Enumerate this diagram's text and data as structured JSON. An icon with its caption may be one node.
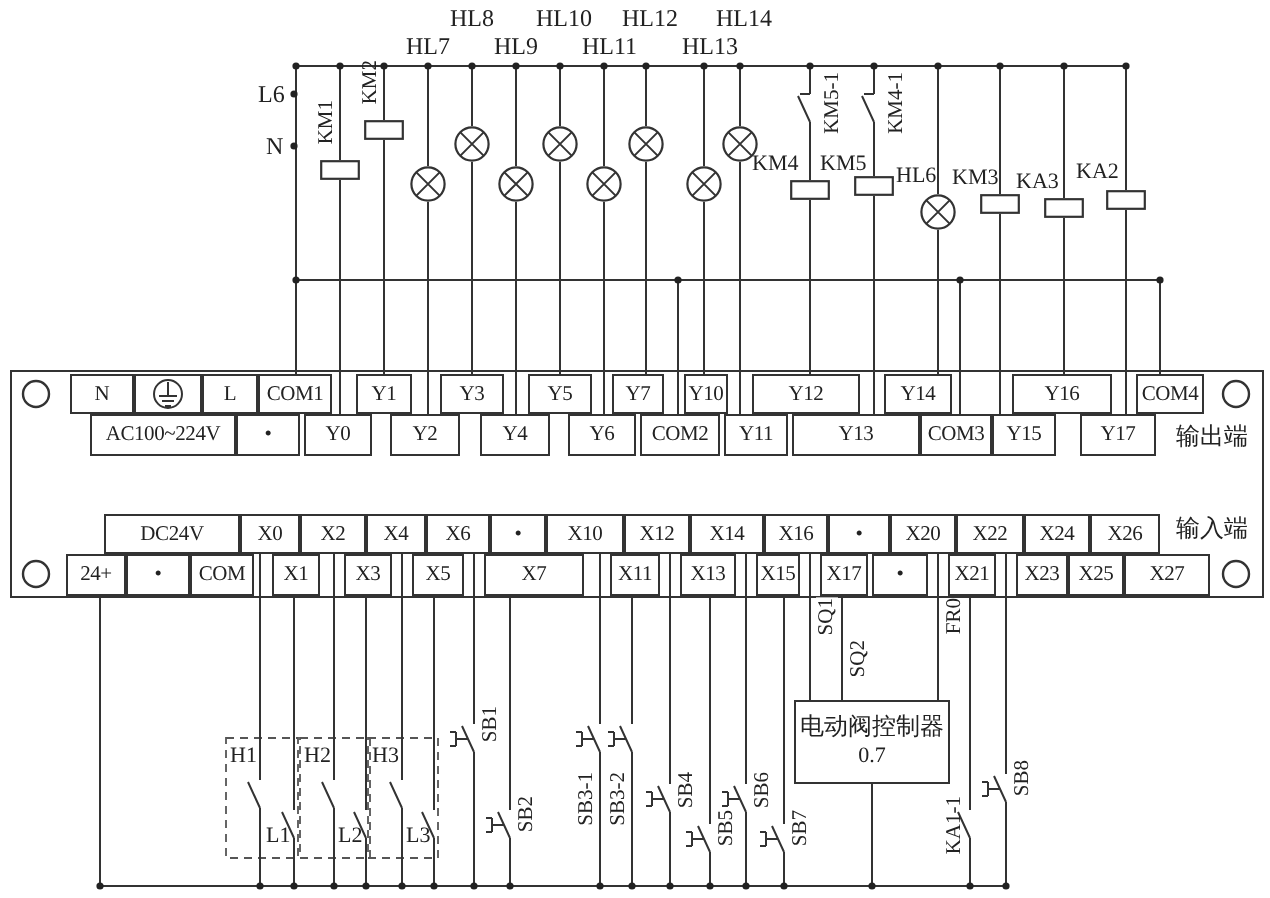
{
  "diagram": {
    "nodes": [
      {
        "text": [],
        "shape": "box",
        "beside": [
          "KM1"
        ]
      },
      {
        "text": [],
        "shape": "box",
        "beside": [
          "KM2"
        ]
      },
      {
        "text": [],
        "shape": "circle"
      },
      {
        "text": [],
        "shape": "circle"
      },
      {
        "text": [],
        "shape": "circle"
      },
      {
        "text": [],
        "shape": "circle"
      },
      {
        "text": [],
        "shape": "circle"
      },
      {
        "text": [],
        "shape": "circle"
      },
      {
        "text": [],
        "shape": "circle"
      },
      {
        "text": [],
        "shape": "circle"
      },
      {
        "text": [],
        "shape": "switch",
        "beside": [
          "KM5-1"
        ]
      },
      {
        "text": [],
        "shape": "box",
        "beside": [
          "KM4"
        ]
      },
      {
        "text": [],
        "shape": "switch",
        "beside": [
          "KM4-1"
        ]
      },
      {
        "text": [],
        "shape": "box",
        "beside": [
          "KM5"
        ]
      },
      {
        "text": [],
        "shape": "circle",
        "beside": [
          "HL6"
        ]
      },
      {
        "text": [],
        "shape": "box",
        "beside": [
          "KM3"
        ]
      },
      {
        "text": [],
        "shape": "box",
        "beside": [
          "KA3"
        ]
      },
      {
        "text": [],
        "shape": "box",
        "beside": [
          "KA2"
        ]
      },
      {
        "text": [
          "N"
        ]
      },
      {
        "text": [],
        "shape": "box"
      },
      {
        "text": [
          "L"
        ]
      },
      {
        "text": [
          "COM1"
        ]
      },
      {
        "text": [
          "Y1"
        ]
      },
      {
        "text": [
          "Y3"
        ]
      },
      {
        "text": [
          "Y5"
        ]
      },
      {
        "text": [
          "Y7"
        ]
      },
      {
        "text": [
          "Y10"
        ]
      },
      {
        "text": [
          "Y12"
        ]
      },
      {
        "text": [
          "Y14"
        ]
      },
      {
        "text": [
          "Y16"
        ]
      },
      {
        "text": [
          "COM4"
        ]
      },
      {
        "text": [
          "AC100~224V"
        ]
      },
      {
        "text": [
          "•"
        ]
      },
      {
        "text": [
          "Y0"
        ]
      },
      {
        "text": [
          "Y2"
        ]
      },
      {
        "text": [
          "Y4"
        ]
      },
      {
        "text": [
          "Y6"
        ]
      },
      {
        "text": [
          "COM2"
        ]
      },
      {
        "text": [
          "Y11"
        ]
      },
      {
        "text": [
          "Y13"
        ]
      },
      {
        "text": [
          "COM3"
        ]
      },
      {
        "text": [
          "Y15"
        ]
      },
      {
        "text": [
          "Y17"
        ]
      },
      {
        "text": [
          "DC24V"
        ]
      },
      {
        "text": [
          "X0"
        ]
      },
      {
        "text": [
          "X2"
        ]
      },
      {
        "text": [
          "X4"
        ]
      },
      {
        "text": [
          "X6"
        ]
      },
      {
        "text": [
          "•"
        ]
      },
      {
        "text": [
          "X10"
        ]
      },
      {
        "text": [
          "X12"
        ]
      },
      {
        "text": [
          "X14"
        ]
      },
      {
        "text": [
          "X16"
        ]
      },
      {
        "text": [
          "•"
        ]
      },
      {
        "text": [
          "X20"
        ]
      },
      {
        "text": [
          "X22"
        ]
      },
      {
        "text": [
          "X24"
        ]
      },
      {
        "text": [
          "X26"
        ]
      },
      {
        "text": [
          "24+"
        ]
      },
      {
        "text": [
          "•"
        ]
      },
      {
        "text": [
          "COM"
        ]
      },
      {
        "text": [
          "X1"
        ]
      },
      {
        "text": [
          "X3"
        ]
      },
      {
        "text": [
          "X5"
        ]
      },
      {
        "text": [
          "X7"
        ]
      },
      {
        "text": [
          "X11"
        ]
      },
      {
        "text": [
          "X13"
        ]
      },
      {
        "text": [
          "X15"
        ]
      },
      {
        "text": [
          "X17"
        ]
      },
      {
        "text": [
          "•"
        ]
      },
      {
        "text": [
          "X21"
        ]
      },
      {
        "text": [
          "X23"
        ]
      },
      {
        "text": [
          "X25"
        ]
      },
      {
        "text": [
          "X27"
        ]
      },
      {
        "text": [],
        "shape": "switch",
        "beside": [
          "H1"
        ]
      },
      {
        "text": [],
        "shape": "switch",
        "beside": [
          "L1"
        ]
      },
      {
        "text": [],
        "shape": "switch",
        "beside": [
          "H2"
        ]
      },
      {
        "text": [],
        "shape": "switch",
        "beside": [
          "L2"
        ]
      },
      {
        "text": [],
        "shape": "switch",
        "beside": [
          "H3"
        ]
      },
      {
        "text": [],
        "shape": "switch",
        "beside": [
          "L3"
        ]
      },
      {
        "text": [],
        "shape": "switch",
        "beside": [
          "SB1"
        ]
      },
      {
        "text": [],
        "shape": "switch",
        "beside": [
          "SB2"
        ]
      },
      {
        "text": [],
        "shape": "switch",
        "beside": [
          "SB3-1"
        ]
      },
      {
        "text": [],
        "shape": "switch",
        "beside": [
          "SB3-2"
        ]
      },
      {
        "text": [],
        "shape": "switch",
        "beside": [
          "SB4"
        ]
      },
      {
        "text": [],
        "shape": "switch",
        "beside": [
          "SB5"
        ]
      },
      {
        "text": [],
        "shape": "switch",
        "beside": [
          "SB6"
        ]
      },
      {
        "text": [],
        "shape": "switch",
        "beside": [
          "SB7"
        ]
      },
      {
        "text": [
          "电动阀控制器",
          "0.7"
        ]
      },
      {
        "text": [],
        "shape": "switch",
        "beside": [
          "KA1-1"
        ]
      },
      {
        "text": [],
        "shape": "switch",
        "beside": [
          "SB8"
        ]
      }
    ],
    "edges": [
      {
        "from": 21,
        "to": 0,
        "arrow": "none"
      },
      {
        "from": 0,
        "to": 33,
        "arrow": "none"
      },
      {
        "from": 21,
        "to": 1,
        "arrow": "none"
      },
      {
        "from": 1,
        "to": 22,
        "arrow": "none"
      },
      {
        "from": 21,
        "to": 2,
        "arrow": "none"
      },
      {
        "from": 2,
        "to": 34,
        "arrow": "none"
      },
      {
        "from": 21,
        "to": 3,
        "arrow": "none"
      },
      {
        "from": 3,
        "to": 23,
        "arrow": "none"
      },
      {
        "from": 21,
        "to": 4,
        "arrow": "none"
      },
      {
        "from": 4,
        "to": 35,
        "arrow": "none"
      },
      {
        "from": 21,
        "to": 5,
        "arrow": "none"
      },
      {
        "from": 5,
        "to": 24,
        "arrow": "none"
      },
      {
        "from": 21,
        "to": 6,
        "arrow": "none"
      },
      {
        "from": 6,
        "to": 36,
        "arrow": "none"
      },
      {
        "from": 21,
        "to": 7,
        "arrow": "none"
      },
      {
        "from": 7,
        "to": 25,
        "arrow": "none"
      },
      {
        "from": 21,
        "to": 8,
        "arrow": "none"
      },
      {
        "from": 8,
        "to": 26,
        "arrow": "none"
      },
      {
        "from": 21,
        "to": 9,
        "arrow": "none"
      },
      {
        "from": 9,
        "to": 38,
        "arrow": "none"
      },
      {
        "from": 21,
        "to": 10,
        "arrow": "none"
      },
      {
        "from": 10,
        "to": 11,
        "arrow": "none"
      },
      {
        "from": 11,
        "to": 27,
        "arrow": "none"
      },
      {
        "from": 21,
        "to": 12,
        "arrow": "none"
      },
      {
        "from": 12,
        "to": 13,
        "arrow": "none"
      },
      {
        "from": 13,
        "to": 39,
        "arrow": "none"
      },
      {
        "from": 21,
        "to": 14,
        "arrow": "none"
      },
      {
        "from": 14,
        "to": 28,
        "arrow": "none"
      },
      {
        "from": 21,
        "to": 15,
        "arrow": "none"
      },
      {
        "from": 15,
        "to": 41,
        "arrow": "none"
      },
      {
        "from": 21,
        "to": 16,
        "arrow": "none"
      },
      {
        "from": 16,
        "to": 29,
        "arrow": "none"
      },
      {
        "from": 21,
        "to": 17,
        "arrow": "none"
      },
      {
        "from": 17,
        "to": 42,
        "arrow": "none"
      },
      {
        "from": 21,
        "to": 37,
        "arrow": "none"
      },
      {
        "from": 21,
        "to": 40,
        "arrow": "none"
      },
      {
        "from": 21,
        "to": 30,
        "arrow": "none"
      },
      {
        "from": 74,
        "to": 44,
        "arrow": "none"
      },
      {
        "from": 58,
        "to": 74,
        "arrow": "none"
      },
      {
        "from": 75,
        "to": 61,
        "arrow": "none"
      },
      {
        "from": 58,
        "to": 75,
        "arrow": "none"
      },
      {
        "from": 76,
        "to": 45,
        "arrow": "none"
      },
      {
        "from": 58,
        "to": 76,
        "arrow": "none"
      },
      {
        "from": 77,
        "to": 62,
        "arrow": "none"
      },
      {
        "from": 58,
        "to": 77,
        "arrow": "none"
      },
      {
        "from": 78,
        "to": 46,
        "arrow": "none"
      },
      {
        "from": 58,
        "to": 78,
        "arrow": "none"
      },
      {
        "from": 79,
        "to": 63,
        "arrow": "none"
      },
      {
        "from": 58,
        "to": 79,
        "arrow": "none"
      },
      {
        "from": 80,
        "to": 47,
        "arrow": "none"
      },
      {
        "from": 58,
        "to": 80,
        "arrow": "none"
      },
      {
        "from": 81,
        "to": 64,
        "arrow": "none"
      },
      {
        "from": 58,
        "to": 81,
        "arrow": "none"
      },
      {
        "from": 82,
        "to": 49,
        "arrow": "none"
      },
      {
        "from": 58,
        "to": 82,
        "arrow": "none"
      },
      {
        "from": 83,
        "to": 65,
        "arrow": "none"
      },
      {
        "from": 58,
        "to": 83,
        "arrow": "none"
      },
      {
        "from": 84,
        "to": 50,
        "arrow": "none"
      },
      {
        "from": 58,
        "to": 84,
        "arrow": "none"
      },
      {
        "from": 85,
        "to": 66,
        "arrow": "none"
      },
      {
        "from": 58,
        "to": 85,
        "arrow": "none"
      },
      {
        "from": 86,
        "to": 51,
        "arrow": "none"
      },
      {
        "from": 58,
        "to": 86,
        "arrow": "none"
      },
      {
        "from": 87,
        "to": 67,
        "arrow": "none"
      },
      {
        "from": 58,
        "to": 87,
        "arrow": "none"
      },
      {
        "from": 52,
        "to": 88,
        "label": "SQ1",
        "arrow": "none"
      },
      {
        "from": 68,
        "to": 88,
        "label": "SQ2",
        "arrow": "none"
      },
      {
        "from": 54,
        "to": 88,
        "label": "FR0",
        "arrow": "none"
      },
      {
        "from": 58,
        "to": 88,
        "arrow": "none"
      },
      {
        "from": 89,
        "to": 70,
        "arrow": "none"
      },
      {
        "from": 58,
        "to": 89,
        "arrow": "none"
      },
      {
        "from": 90,
        "to": 55,
        "arrow": "none"
      },
      {
        "from": 58,
        "to": 90,
        "arrow": "none"
      }
    ],
    "labels": [
      "HL8",
      "HL10",
      "HL12",
      "HL14",
      "HL7",
      "HL9",
      "HL11",
      "HL13",
      "L6",
      "N",
      "输出端",
      "输入端"
    ]
  }
}
